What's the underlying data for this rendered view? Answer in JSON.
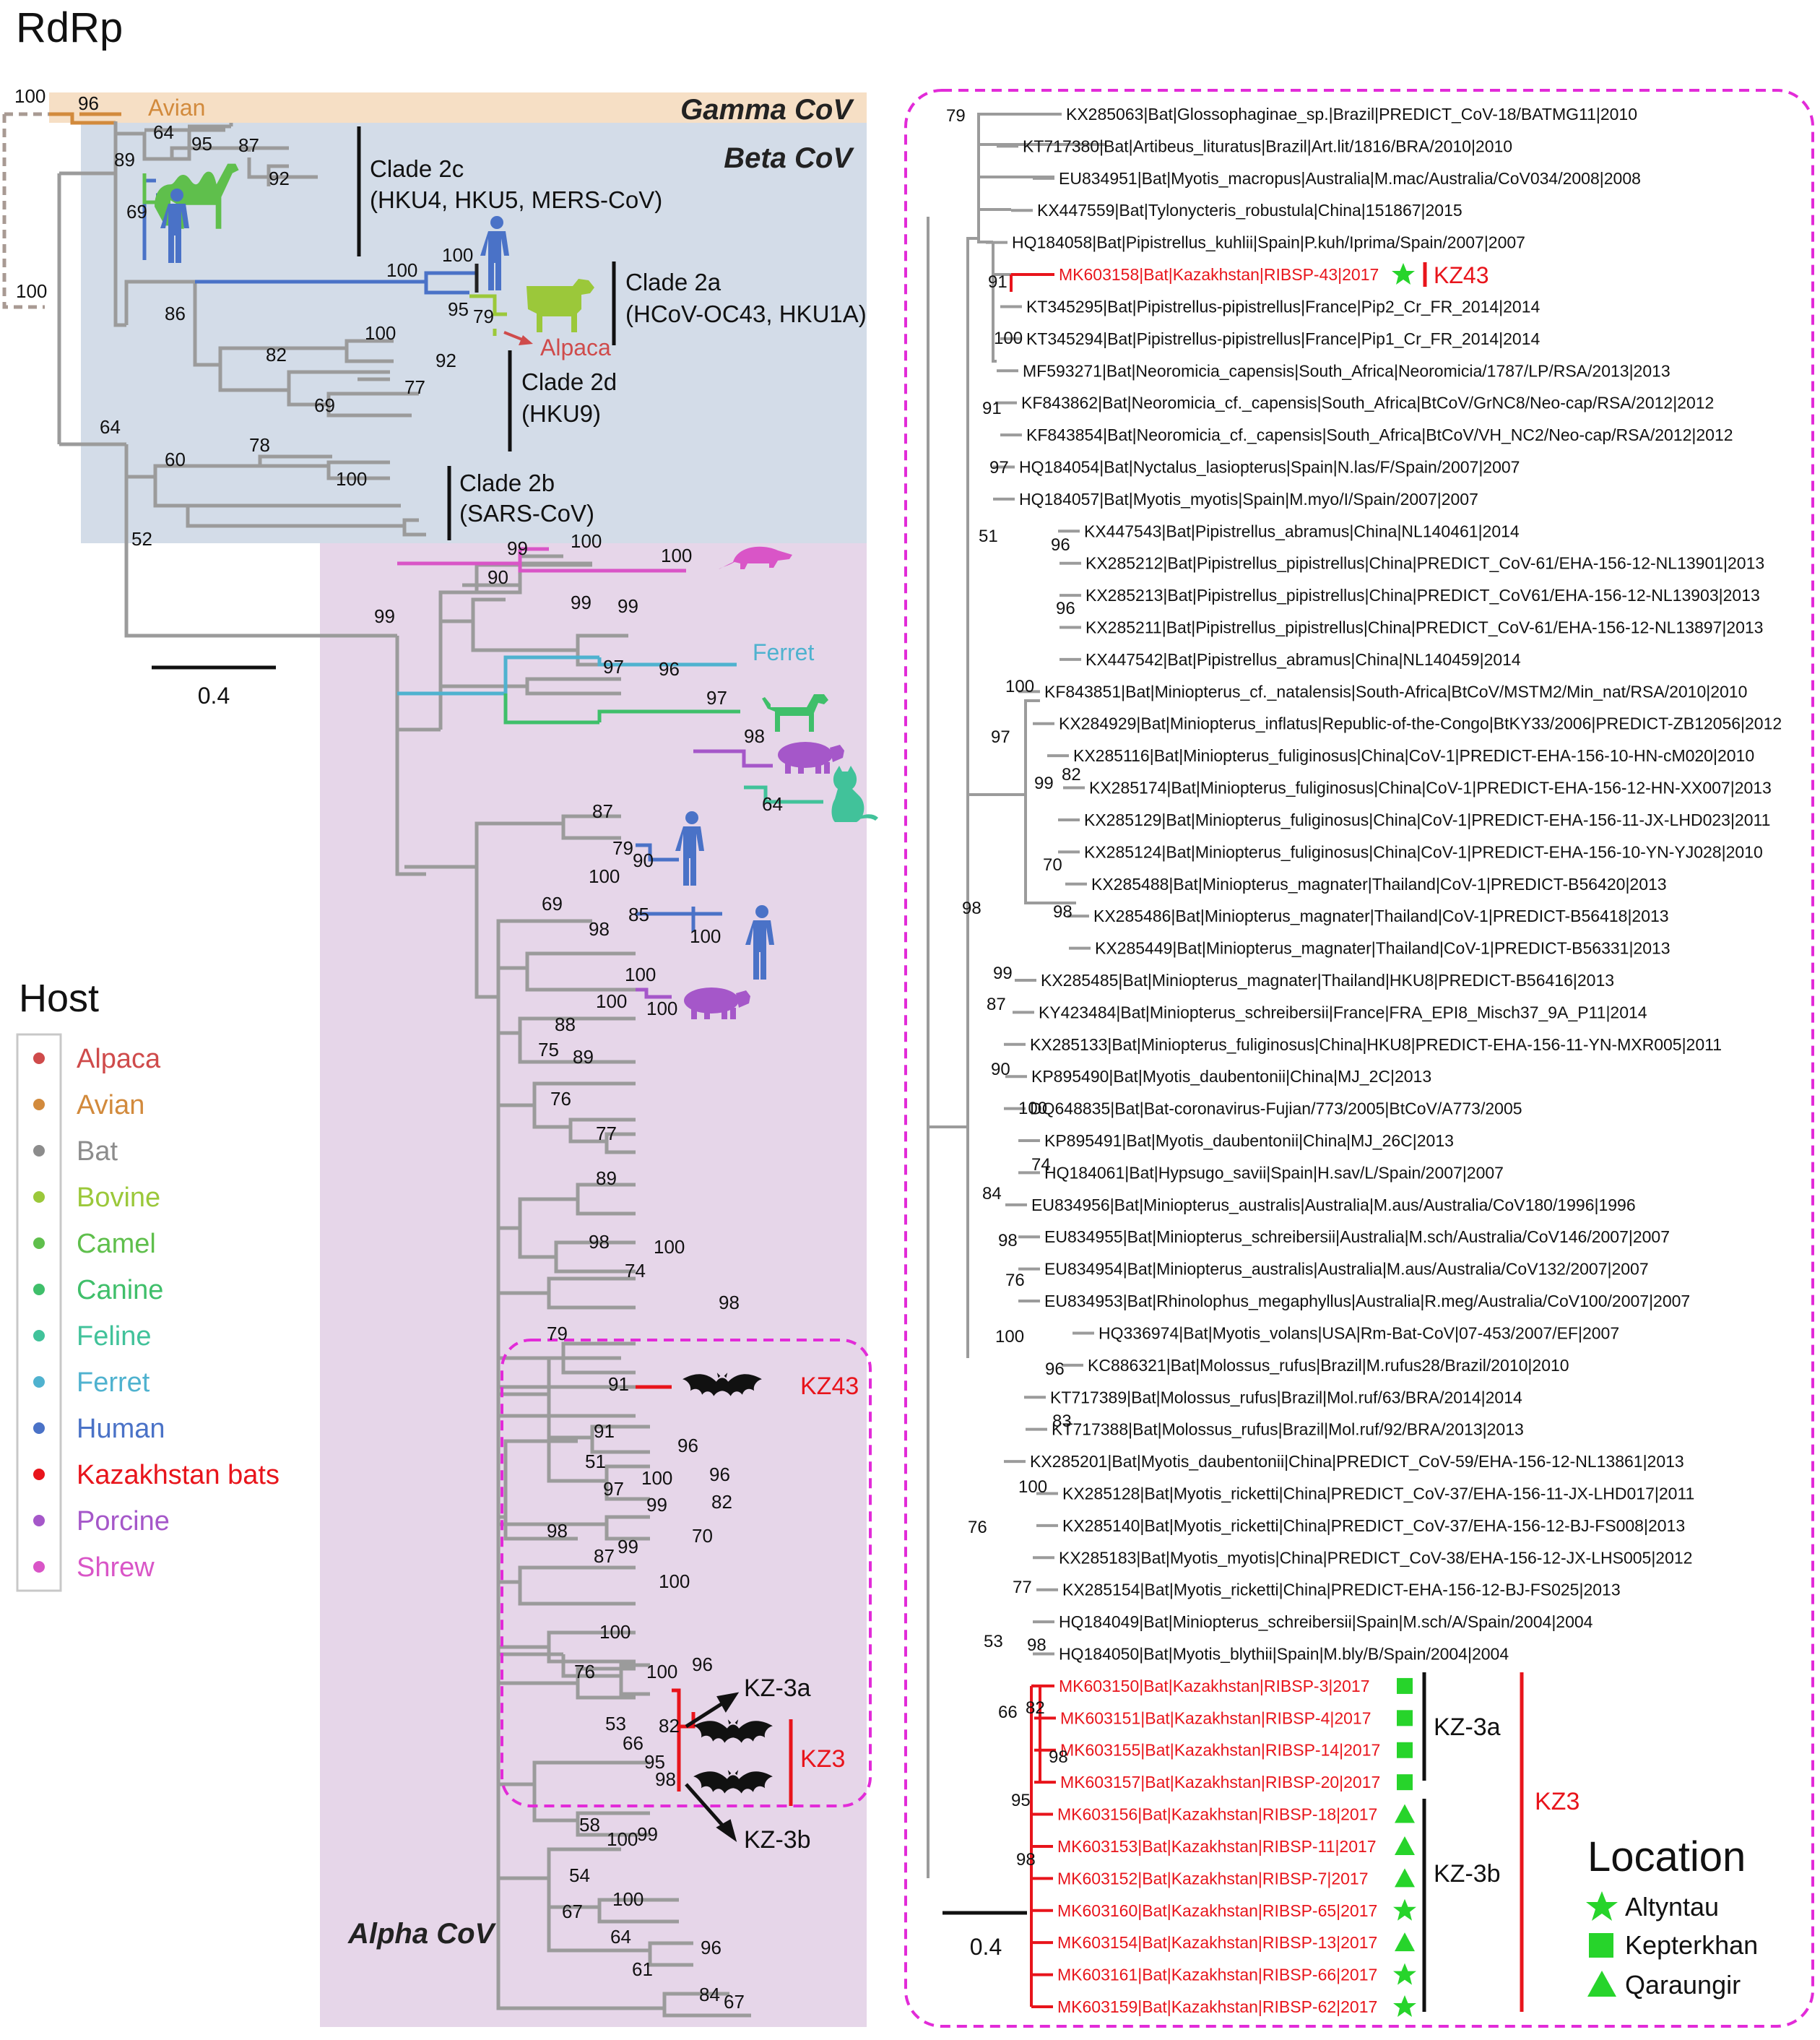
{
  "figure": {
    "title": "RdRp"
  },
  "left_tree": {
    "groups": {
      "gamma": "Gamma CoV",
      "beta": "Beta CoV",
      "alpha": "Alpha CoV"
    },
    "clades": {
      "c2c_line1": "Clade 2c",
      "c2c_line2": "(HKU4, HKU5, MERS-CoV)",
      "c2a_line1": "Clade 2a",
      "c2a_line2": "(HCoV-OC43, HKU1A)",
      "c2d_line1": "Clade 2d",
      "c2d_line2": "(HKU9)",
      "c2b_line1": "Clade 2b",
      "c2b_line2": "(SARS-CoV)"
    },
    "labels": {
      "avian": "Avian",
      "alpaca": "Alpaca",
      "ferret": "Ferret",
      "kz43": "KZ43",
      "kz3": "KZ3",
      "kz3a": "KZ-3a",
      "kz3b": "KZ-3b"
    },
    "scale_bar": "0.4",
    "bootstrap": {
      "b100a": "100",
      "b96": "96",
      "b100b": "100",
      "b64a": "64",
      "b95": "95",
      "b87a": "87",
      "b92a": "92",
      "b89a": "89",
      "b69a": "69",
      "b100c": "100",
      "b100d": "100",
      "b95b": "95",
      "b79a": "79",
      "b86": "86",
      "b82a": "82",
      "b100e": "100",
      "b92b": "92",
      "b77a": "77",
      "b69b": "69",
      "b64b": "64",
      "b60": "60",
      "b78": "78",
      "b100f": "100",
      "b52": "52",
      "b99a": "99",
      "b100g": "100",
      "b100h": "100",
      "b90a": "90",
      "b99b": "99",
      "b99c": "99",
      "b99d": "99",
      "b97a": "97",
      "b96b": "96",
      "b97b": "97",
      "b98a": "98",
      "b64c": "64",
      "b87b": "87",
      "b79b": "79",
      "b90b": "90",
      "b100i": "100",
      "b69c": "69",
      "b85": "85",
      "b98b": "98",
      "b100j": "100",
      "b100k": "100",
      "b100l": "100",
      "b100m": "100",
      "b88": "88",
      "b75": "75",
      "b89b": "89",
      "b76a": "76",
      "b77b": "77",
      "b89c": "89",
      "b98c": "98",
      "b100n": "100",
      "b74": "74",
      "b98d": "98",
      "b79c": "79",
      "b91a": "91",
      "b91b": "91",
      "b51": "51",
      "b96c": "96",
      "b96d": "96",
      "b100o": "100",
      "b97c": "97",
      "b99e": "99",
      "b82b": "82",
      "b70": "70",
      "b98e": "98",
      "b87c": "87",
      "b99f": "99",
      "b100p": "100",
      "b100q": "100",
      "b76b": "76",
      "b100r": "100",
      "b96e": "96",
      "b53": "53",
      "b82c": "82",
      "b66": "66",
      "b95c": "95",
      "b98f": "98",
      "b58": "58",
      "b100s": "100",
      "b99g": "99",
      "b54": "54",
      "b100t": "100",
      "b67a": "67",
      "b64d": "64",
      "b96f": "96",
      "b61": "61",
      "b84": "84",
      "b67b": "67"
    }
  },
  "legend": {
    "title": "Host",
    "items": [
      {
        "name": "Alpaca",
        "color": "#cf4b4b"
      },
      {
        "name": "Avian",
        "color": "#d28a3c"
      },
      {
        "name": "Bat",
        "color": "#8c8c8c"
      },
      {
        "name": "Bovine",
        "color": "#9bc83a"
      },
      {
        "name": "Camel",
        "color": "#5fbf4c"
      },
      {
        "name": "Canine",
        "color": "#3fbf6a"
      },
      {
        "name": "Feline",
        "color": "#41c29a"
      },
      {
        "name": "Ferret",
        "color": "#4fb2cf"
      },
      {
        "name": "Human",
        "color": "#4a72c7"
      },
      {
        "name": "Kazakhstan bats",
        "color": "#e8141b"
      },
      {
        "name": "Porcine",
        "color": "#a557c9"
      },
      {
        "name": "Shrew",
        "color": "#d955c7"
      }
    ]
  },
  "right_tree": {
    "leaves": [
      {
        "name": "KX285063|Bat|Glossophaginae_sp.|Brazil|PREDICT_CoV-18/BATMG11|2010",
        "red": false
      },
      {
        "name": "KT717380|Bat|Artibeus_lituratus|Brazil|Art.lit/1816/BRA/2010|2010",
        "red": false
      },
      {
        "name": "EU834951|Bat|Myotis_macropus|Australia|M.mac/Australia/CoV034/2008|2008",
        "red": false
      },
      {
        "name": "KX447559|Bat|Tylonycteris_robustula|China|151867|2015",
        "red": false
      },
      {
        "name": "HQ184058|Bat|Pipistrellus_kuhlii|Spain|P.kuh/Iprima/Spain/2007|2007",
        "red": false
      },
      {
        "name": "MK603158|Bat|Kazakhstan|RIBSP-43|2017",
        "red": true
      },
      {
        "name": "KT345295|Bat|Pipistrellus-pipistrellus|France|Pip2_Cr_FR_2014|2014",
        "red": false
      },
      {
        "name": "KT345294|Bat|Pipistrellus-pipistrellus|France|Pip1_Cr_FR_2014|2014",
        "red": false
      },
      {
        "name": "MF593271|Bat|Neoromicia_capensis|South_Africa|Neoromicia/1787/LP/RSA/2013|2013",
        "red": false
      },
      {
        "name": "KF843862|Bat|Neoromicia_cf._capensis|South_Africa|BtCoV/GrNC8/Neo-cap/RSA/2012|2012",
        "red": false
      },
      {
        "name": "KF843854|Bat|Neoromicia_cf._capensis|South_Africa|BtCoV/VH_NC2/Neo-cap/RSA/2012|2012",
        "red": false
      },
      {
        "name": "HQ184054|Bat|Nyctalus_lasiopterus|Spain|N.las/F/Spain/2007|2007",
        "red": false
      },
      {
        "name": "HQ184057|Bat|Myotis_myotis|Spain|M.myo/I/Spain/2007|2007",
        "red": false
      },
      {
        "name": "KX447543|Bat|Pipistrellus_abramus|China|NL140461|2014",
        "red": false
      },
      {
        "name": "KX285212|Bat|Pipistrellus_pipistrellus|China|PREDICT_CoV-61/EHA-156-12-NL13901|2013",
        "red": false
      },
      {
        "name": "KX285213|Bat|Pipistrellus_pipistrellus|China|PREDICT_CoV61/EHA-156-12-NL13903|2013",
        "red": false
      },
      {
        "name": "KX285211|Bat|Pipistrellus_pipistrellus|China|PREDICT_CoV-61/EHA-156-12-NL13897|2013",
        "red": false
      },
      {
        "name": "KX447542|Bat|Pipistrellus_abramus|China|NL140459|2014",
        "red": false
      },
      {
        "name": "KF843851|Bat|Miniopterus_cf._natalensis|South-Africa|BtCoV/MSTM2/Min_nat/RSA/2010|2010",
        "red": false
      },
      {
        "name": "KX284929|Bat|Miniopterus_inflatus|Republic-of-the-Congo|BtKY33/2006|PREDICT-ZB12056|2012",
        "red": false
      },
      {
        "name": "KX285116|Bat|Miniopterus_fuliginosus|China|CoV-1|PREDICT-EHA-156-10-HN-cM020|2010",
        "red": false
      },
      {
        "name": "KX285174|Bat|Miniopterus_fuliginosus|China|CoV-1|PREDICT-EHA-156-12-HN-XX007|2013",
        "red": false
      },
      {
        "name": "KX285129|Bat|Miniopterus_fuliginosus|China|CoV-1|PREDICT-EHA-156-11-JX-LHD023|2011",
        "red": false
      },
      {
        "name": "KX285124|Bat|Miniopterus_fuliginosus|China|CoV-1|PREDICT-EHA-156-10-YN-YJ028|2010",
        "red": false
      },
      {
        "name": "KX285488|Bat|Miniopterus_magnater|Thailand|CoV-1|PREDICT-B56420|2013",
        "red": false
      },
      {
        "name": "KX285486|Bat|Miniopterus_magnater|Thailand|CoV-1|PREDICT-B56418|2013",
        "red": false
      },
      {
        "name": "KX285449|Bat|Miniopterus_magnater|Thailand|CoV-1|PREDICT-B56331|2013",
        "red": false
      },
      {
        "name": "KX285485|Bat|Miniopterus_magnater|Thailand|HKU8|PREDICT-B56416|2013",
        "red": false
      },
      {
        "name": "KY423484|Bat|Miniopterus_schreibersii|France|FRA_EPI8_Misch37_9A_P11|2014",
        "red": false
      },
      {
        "name": "KX285133|Bat|Miniopterus_fuliginosus|China|HKU8|PREDICT-EHA-156-11-YN-MXR005|2011",
        "red": false
      },
      {
        "name": "KP895490|Bat|Myotis_daubentonii|China|MJ_2C|2013",
        "red": false
      },
      {
        "name": "DQ648835|Bat|Bat-coronavirus-Fujian/773/2005|BtCoV/A773/2005",
        "red": false
      },
      {
        "name": "KP895491|Bat|Myotis_daubentonii|China|MJ_26C|2013",
        "red": false
      },
      {
        "name": "HQ184061|Bat|Hypsugo_savii|Spain|H.sav/L/Spain/2007|2007",
        "red": false
      },
      {
        "name": "EU834956|Bat|Miniopterus_australis|Australia|M.aus/Australia/CoV180/1996|1996",
        "red": false
      },
      {
        "name": "EU834955|Bat|Miniopterus_schreibersii|Australia|M.sch/Australia/CoV146/2007|2007",
        "red": false
      },
      {
        "name": "EU834954|Bat|Miniopterus_australis|Australia|M.aus/Australia/CoV132/2007|2007",
        "red": false
      },
      {
        "name": "EU834953|Bat|Rhinolophus_megaphyllus|Australia|R.meg/Australia/CoV100/2007|2007",
        "red": false
      },
      {
        "name": "HQ336974|Bat|Myotis_volans|USA|Rm-Bat-CoV|07-453/2007/EF|2007",
        "red": false
      },
      {
        "name": "KC886321|Bat|Molossus_rufus|Brazil|M.rufus28/Brazil/2010|2010",
        "red": false
      },
      {
        "name": "KT717389|Bat|Molossus_rufus|Brazil|Mol.ruf/63/BRA/2014|2014",
        "red": false
      },
      {
        "name": "KT717388|Bat|Molossus_rufus|Brazil|Mol.ruf/92/BRA/2013|2013",
        "red": false
      },
      {
        "name": "KX285201|Bat|Myotis_daubentonii|China|PREDICT_CoV-59/EHA-156-12-NL13861|2013",
        "red": false
      },
      {
        "name": "KX285128|Bat|Myotis_ricketti|China|PREDICT_CoV-37/EHA-156-11-JX-LHD017|2011",
        "red": false
      },
      {
        "name": "KX285140|Bat|Myotis_ricketti|China|PREDICT_CoV-37/EHA-156-12-BJ-FS008|2013",
        "red": false
      },
      {
        "name": "KX285183|Bat|Myotis_myotis|China|PREDICT_CoV-38/EHA-156-12-JX-LHS005|2012",
        "red": false
      },
      {
        "name": "KX285154|Bat|Myotis_ricketti|China|PREDICT-EHA-156-12-BJ-FS025|2013",
        "red": false
      },
      {
        "name": "HQ184049|Bat|Miniopterus_schreibersii|Spain|M.sch/A/Spain/2004|2004",
        "red": false
      },
      {
        "name": "HQ184050|Bat|Myotis_blythii|Spain|M.bly/B/Spain/2004|2004",
        "red": false
      },
      {
        "name": "MK603150|Bat|Kazakhstan|RIBSP-3|2017",
        "red": true
      },
      {
        "name": "MK603151|Bat|Kazakhstan|RIBSP-4|2017",
        "red": true
      },
      {
        "name": "MK603155|Bat|Kazakhstan|RIBSP-14|2017",
        "red": true
      },
      {
        "name": "MK603157|Bat|Kazakhstan|RIBSP-20|2017",
        "red": true
      },
      {
        "name": "MK603156|Bat|Kazakhstan|RIBSP-18|2017",
        "red": true
      },
      {
        "name": "MK603153|Bat|Kazakhstan|RIBSP-11|2017",
        "red": true
      },
      {
        "name": "MK603152|Bat|Kazakhstan|RIBSP-7|2017",
        "red": true
      },
      {
        "name": "MK603160|Bat|Kazakhstan|RIBSP-65|2017",
        "red": true
      },
      {
        "name": "MK603154|Bat|Kazakhstan|RIBSP-13|2017",
        "red": true
      },
      {
        "name": "MK603161|Bat|Kazakhstan|RIBSP-66|2017",
        "red": true
      },
      {
        "name": "MK603159|Bat|Kazakhstan|RIBSP-62|2017",
        "red": true
      }
    ],
    "bootstrap": {
      "r79": "79",
      "r91": "91",
      "r100a": "100",
      "r91b": "91",
      "r97a": "97",
      "r51": "51",
      "r96a": "96",
      "r96b": "96",
      "r100b": "100",
      "r97b": "97",
      "r99a": "99",
      "r82a": "82",
      "r70": "70",
      "r98a": "98",
      "r98b": "98",
      "r99b": "99",
      "r87": "87",
      "r90": "90",
      "r100c": "100",
      "r74": "74",
      "r84": "84",
      "r98c": "98",
      "r76a": "76",
      "r100d": "100",
      "r96c": "96",
      "r83": "83",
      "r100e": "100",
      "r76b": "76",
      "r77": "77",
      "r53": "53",
      "r98d": "98",
      "r66": "66",
      "r82b": "82",
      "r98e": "98",
      "r95": "95",
      "r98f": "98"
    },
    "groups": {
      "kz43": "KZ43",
      "kz3a": "KZ-3a",
      "kz3b": "KZ-3b",
      "kz3": "KZ3"
    },
    "scale_bar": "0.4",
    "location_legend": {
      "title": "Location",
      "items": [
        "Altyntau",
        "Kepterkhan",
        "Qaraungir"
      ]
    }
  },
  "colors": {
    "gamma_bg": "#f6dfc5",
    "beta_bg": "#d3dce8",
    "alpha_bg": "#e6d6e9",
    "branch": "#9b9b9b",
    "red": "#e8141b",
    "magenta": "#e22bd8",
    "green": "#27d42b"
  }
}
